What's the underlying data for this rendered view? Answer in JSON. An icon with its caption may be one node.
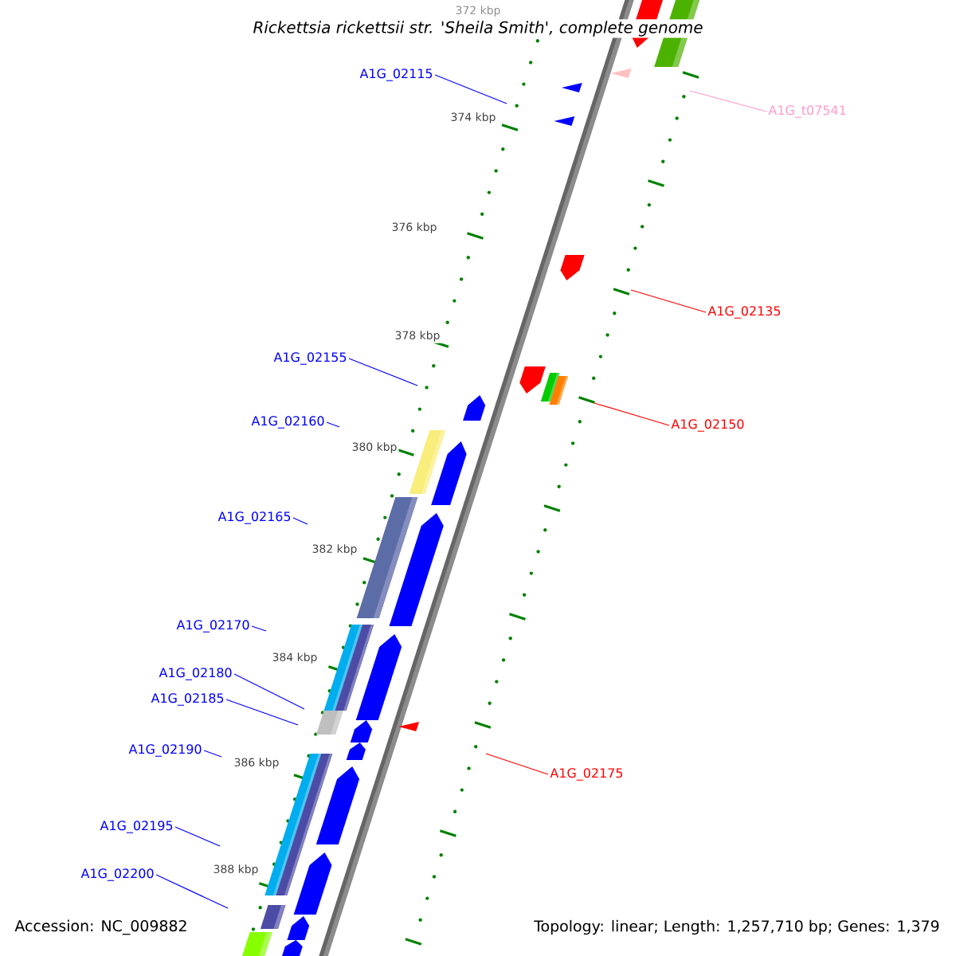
{
  "diagram": {
    "title": "Rickettsia rickettsii str. 'Sheila Smith', complete genome",
    "nodes": [
      {
        "text": [
          "A1G_02115"
        ]
      },
      {
        "text": [
          "A1G_t07541"
        ]
      },
      {
        "text": [
          "A1G_02135"
        ]
      },
      {
        "text": [
          "A1G_02155"
        ]
      },
      {
        "text": [
          "A1G_02150"
        ]
      },
      {
        "text": [
          "A1G_02160"
        ]
      },
      {
        "text": [
          "A1G_02165"
        ]
      },
      {
        "text": [
          "A1G_02170"
        ]
      },
      {
        "text": [
          "A1G_02180"
        ]
      },
      {
        "text": [
          "A1G_02185"
        ]
      },
      {
        "text": [
          "A1G_02190"
        ]
      },
      {
        "text": [
          "A1G_02175"
        ]
      },
      {
        "text": [
          "A1G_02195"
        ]
      },
      {
        "text": [
          "A1G_02200"
        ]
      }
    ],
    "edges": [
      {
        "from": 0,
        "to": null,
        "arrow": "none"
      },
      {
        "from": 1,
        "to": null,
        "arrow": "none",
        "color": "#ff99cc"
      },
      {
        "from": 2,
        "to": null,
        "arrow": "none",
        "color": "#ff0000"
      },
      {
        "from": 3,
        "to": null,
        "arrow": "none"
      },
      {
        "from": 4,
        "to": null,
        "arrow": "none",
        "color": "#ff0000"
      },
      {
        "from": 5,
        "to": null,
        "arrow": "none"
      },
      {
        "from": 6,
        "to": null,
        "arrow": "none"
      },
      {
        "from": 7,
        "to": null,
        "arrow": "none"
      },
      {
        "from": 8,
        "to": null,
        "arrow": "none"
      },
      {
        "from": 9,
        "to": null,
        "arrow": "none"
      },
      {
        "from": 10,
        "to": null,
        "arrow": "none"
      },
      {
        "from": 11,
        "to": null,
        "arrow": "none",
        "color": "#ff0000"
      },
      {
        "from": 12,
        "to": null,
        "arrow": "none"
      },
      {
        "from": 13,
        "to": null,
        "arrow": "none"
      }
    ],
    "labels": [
      "372 kbp",
      "374 kbp",
      "376 kbp",
      "378 kbp",
      "380 kbp",
      "382 kbp",
      "384 kbp",
      "386 kbp",
      "388 kbp",
      "Accession: NC_009882",
      "Topology: linear; Length: 1,257,710 bp; Genes: 1,379"
    ]
  }
}
